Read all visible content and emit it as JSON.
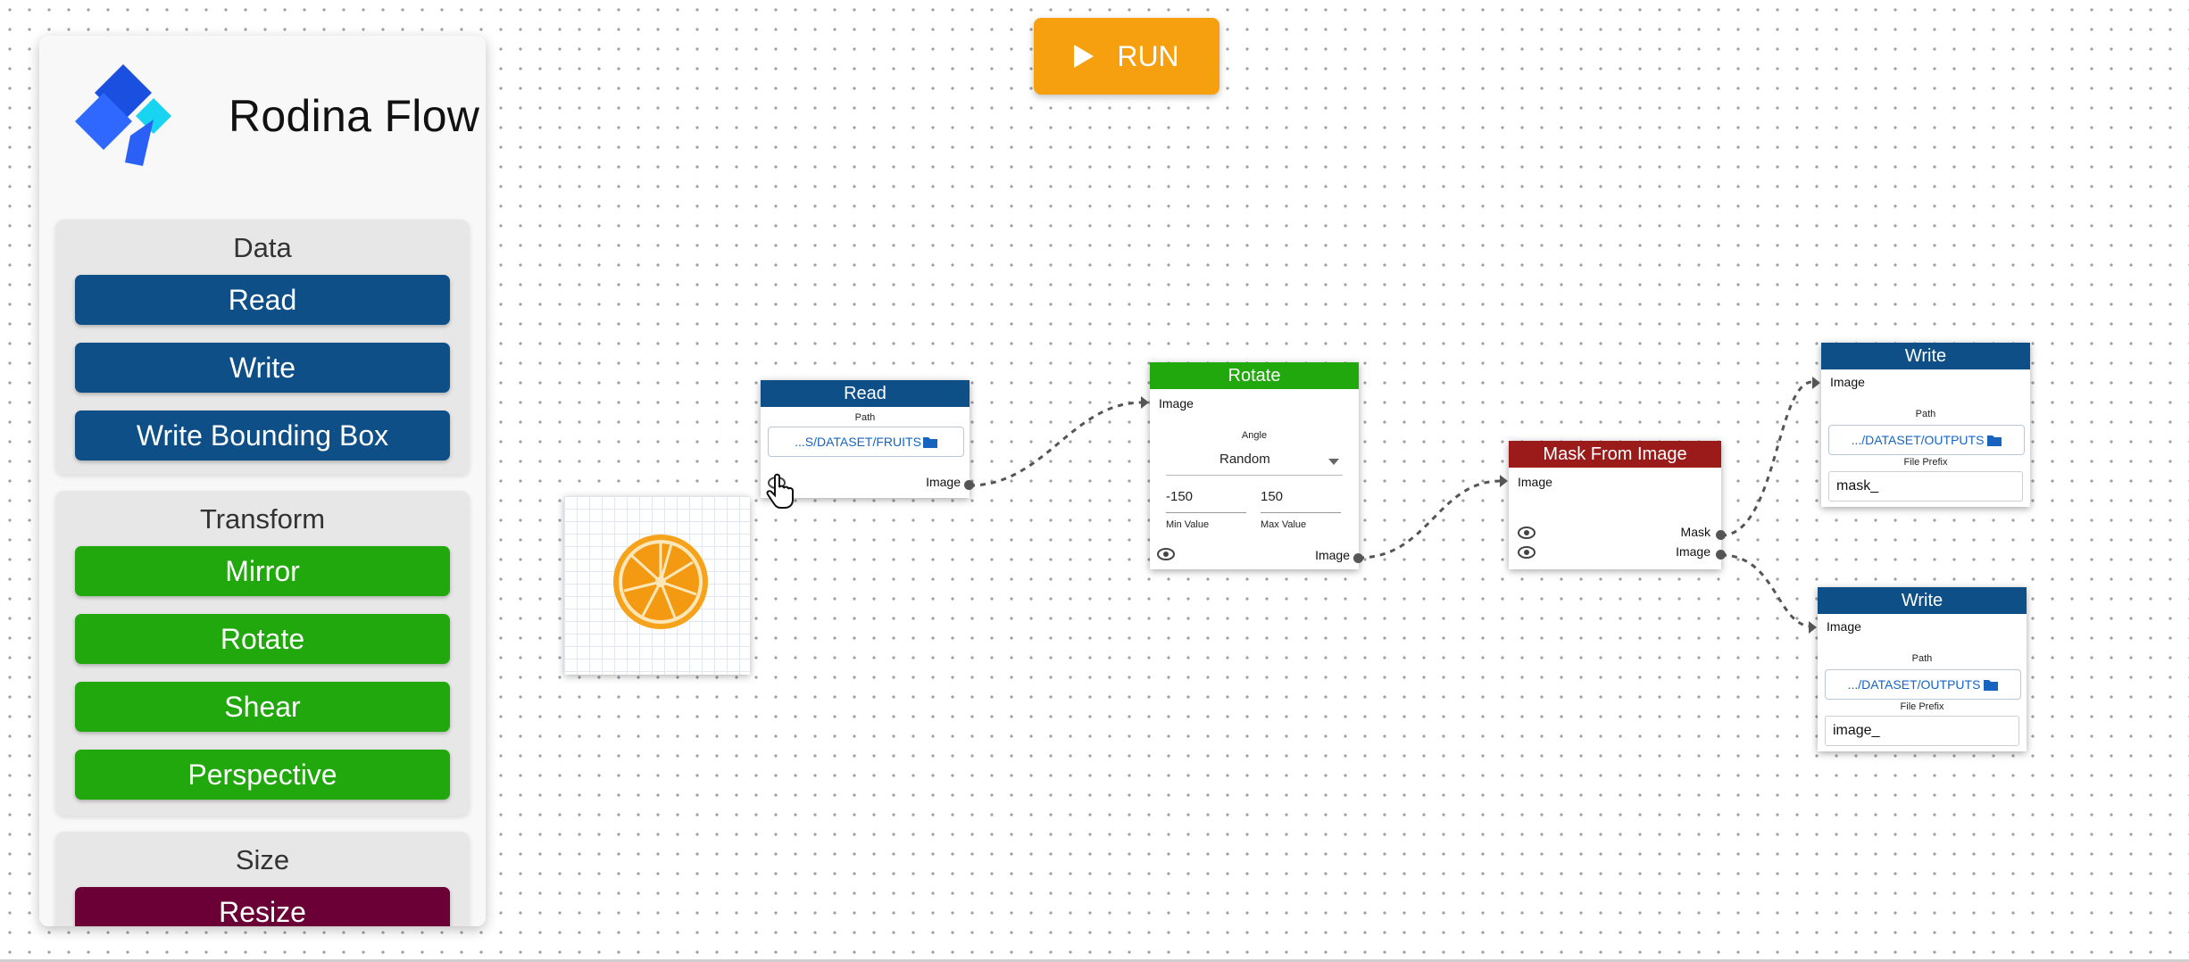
{
  "app": {
    "title": "Rodina Flow"
  },
  "toolbar": {
    "run_label": "RUN",
    "run_icon": "play-icon"
  },
  "colors": {
    "data_blue": "#0d4f86",
    "transform_green": "#21a80d",
    "size_maroon": "#6b0036",
    "mask_red": "#9b1b1b",
    "run_orange": "#f7a00f"
  },
  "sidebar": {
    "groups": [
      {
        "title": "Data",
        "items": [
          "Read",
          "Write",
          "Write Bounding Box"
        ]
      },
      {
        "title": "Transform",
        "items": [
          "Mirror",
          "Rotate",
          "Shear",
          "Perspective"
        ]
      },
      {
        "title": "Size",
        "items": [
          "Resize"
        ]
      }
    ]
  },
  "nodes": {
    "read": {
      "title": "Read",
      "path_label": "Path",
      "path_value": "...S/DATASET/FRUITS",
      "output_label": "Image"
    },
    "rotate": {
      "title": "Rotate",
      "input_label": "Image",
      "angle_label": "Angle",
      "mode_value": "Random",
      "min_value": "-150",
      "max_value": "150",
      "min_label": "Min Value",
      "max_label": "Max Value",
      "output_label": "Image"
    },
    "mask": {
      "title": "Mask From Image",
      "input_label": "Image",
      "output_mask_label": "Mask",
      "output_image_label": "Image"
    },
    "write_mask": {
      "title": "Write",
      "input_label": "Image",
      "path_label": "Path",
      "path_value": ".../DATASET/OUTPUTS",
      "prefix_label": "File Prefix",
      "prefix_value": "mask_"
    },
    "write_image": {
      "title": "Write",
      "input_label": "Image",
      "path_label": "Path",
      "path_value": ".../DATASET/OUTPUTS",
      "prefix_label": "File Prefix",
      "prefix_value": "image_"
    }
  }
}
